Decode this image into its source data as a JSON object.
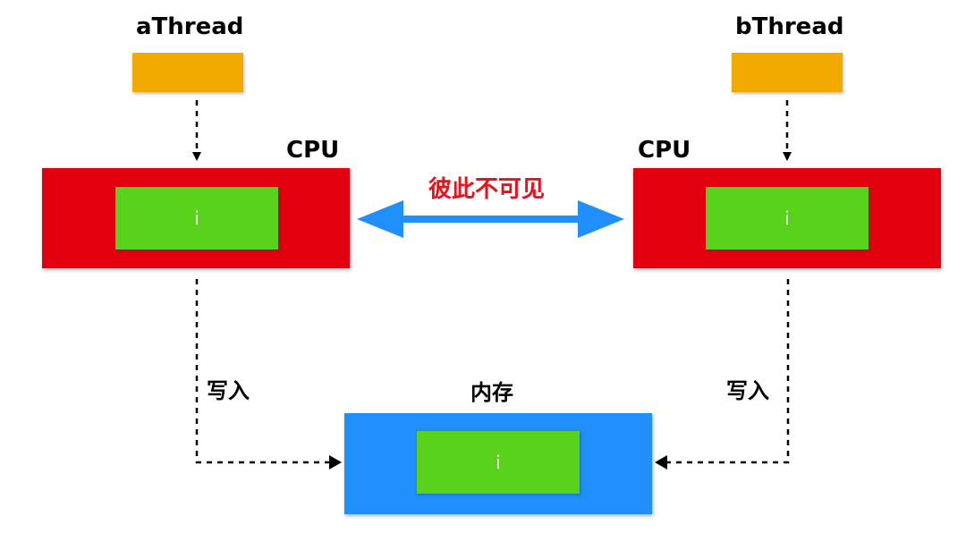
{
  "threads": {
    "a": {
      "label": "aThread"
    },
    "b": {
      "label": "bThread"
    }
  },
  "cpus": {
    "left": {
      "label": "CPU",
      "variable": "i"
    },
    "right": {
      "label": "CPU",
      "variable": "i"
    }
  },
  "memory": {
    "label": "内存",
    "variable": "i"
  },
  "edges": {
    "invisible_label": "彼此不可见",
    "write_left_label": "写入",
    "write_right_label": "写入"
  },
  "colors": {
    "thread": "#f2a900",
    "cpu": "#e2000f",
    "memory": "#1e8ffb",
    "variable": "#59d21c",
    "double_arrow": "#1e8ffb",
    "invisible_text": "#e8121b"
  }
}
